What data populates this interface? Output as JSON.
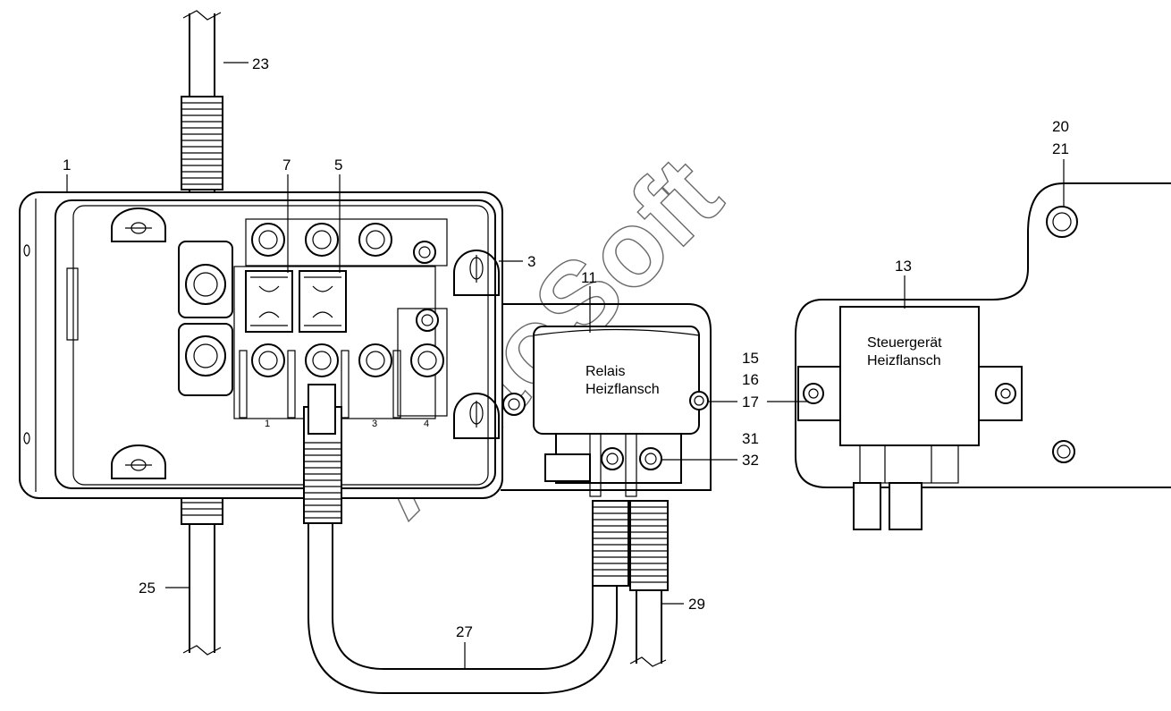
{
  "labels": {
    "l1": "1",
    "l3": "3",
    "l5": "5",
    "l7": "7",
    "l11": "11",
    "l13": "13",
    "l15": "15",
    "l16": "16",
    "l17": "17",
    "l20": "20",
    "l21": "21",
    "l23": "23",
    "l25": "25",
    "l27": "27",
    "l29": "29",
    "l31": "31",
    "l32": "32"
  },
  "terminals": {
    "t1": "1",
    "t3": "3",
    "t4": "4"
  },
  "relay": {
    "line1": "Relais",
    "line2": "Heizflansch"
  },
  "controller": {
    "line1": "Steuergerät",
    "line2": "Heizflansch"
  },
  "watermark": "AutoSoft"
}
